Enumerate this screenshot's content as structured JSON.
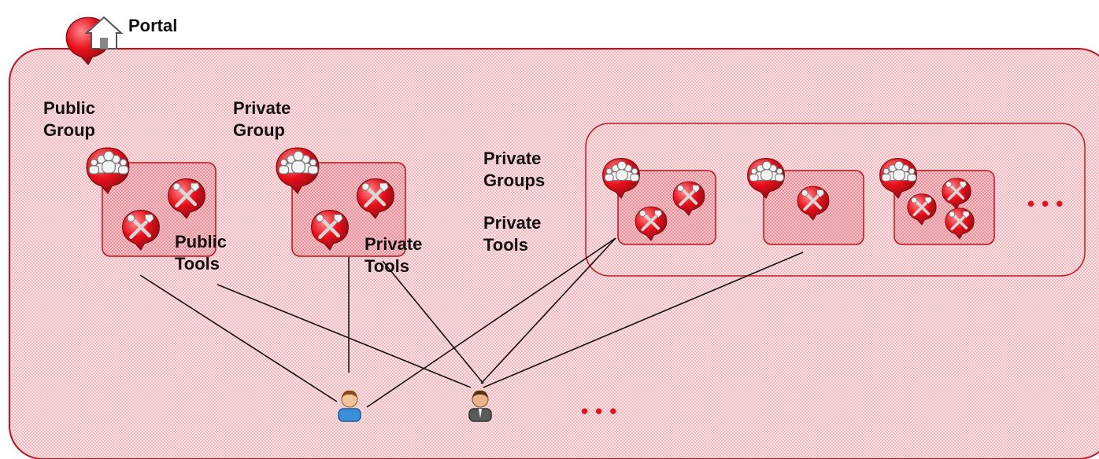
{
  "portal": {
    "title": "Portal",
    "icon": "home-icon"
  },
  "public_group": {
    "line1": "Public",
    "line2": "Group",
    "icon": "group-icon",
    "tool_icon": "tools-icon"
  },
  "private_group": {
    "line1": "Private",
    "line2": "Group",
    "icon": "group-icon",
    "tool_icon": "tools-icon"
  },
  "public_tools": {
    "line1": "Public",
    "line2": "Tools"
  },
  "private_tools": {
    "line1": "Private",
    "line2": "Tools"
  },
  "private_groups_panel": {
    "groups_line1": "Private",
    "groups_line2": "Groups",
    "tools_line1": "Private",
    "tools_line2": "Tools",
    "ellipsis": "•••"
  },
  "users": {
    "items": [
      "user-icon",
      "user-icon"
    ],
    "ellipsis": "•••"
  },
  "colors": {
    "accent": "#e8101a",
    "panel_fill": "#f7c8cc",
    "box_fill": "#f2a7ae",
    "border": "#c0101a"
  }
}
